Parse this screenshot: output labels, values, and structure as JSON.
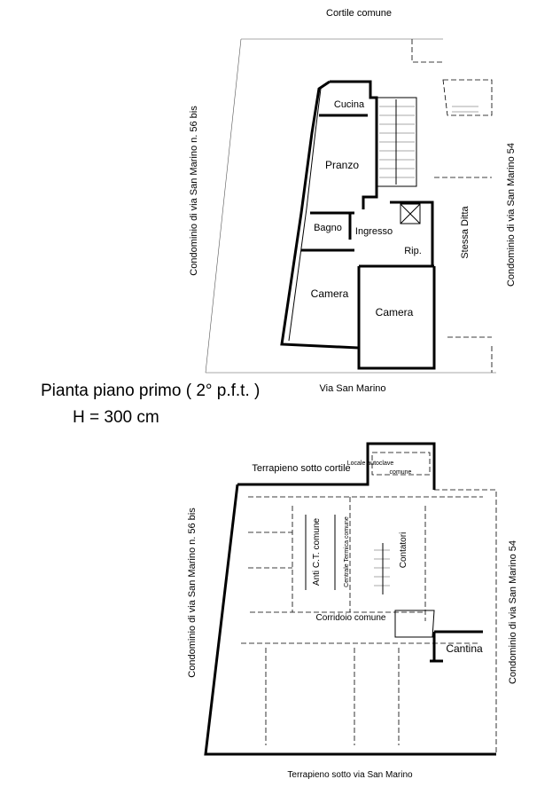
{
  "upper_plan": {
    "top_label": "Cortile comune",
    "left_label": "Condominio di via San Marino n. 56 bis",
    "right_label": "Condominio di via San Marino 54",
    "bottom_label": "Via San Marino",
    "rooms": {
      "kitchen": "Cucina",
      "dining": "Pranzo",
      "bathroom": "Bagno",
      "entrance": "Ingresso",
      "storage": "Rip.",
      "bedroom_left": "Camera",
      "bedroom_right": "Camera",
      "same_owner": "Stessa Ditta"
    }
  },
  "title": {
    "line1": "Pianta piano primo ( 2° p.f.t. )",
    "line2": "H = 300 cm"
  },
  "lower_plan": {
    "top_label": "Terrapieno sotto cortile",
    "left_label": "Condominio di via San Marino n. 56 bis",
    "right_label": "Condominio di via San Marino 54",
    "bottom_label": "Terrapieno sotto via San Marino",
    "rooms": {
      "autoclave_line1": "Locale autoclave",
      "autoclave_line2": "comune",
      "anti_ct": "Anti C.T. comune",
      "boiler_room": "Centrale Termica comune",
      "meters": "Contatori",
      "corridor": "Corridoio comune",
      "cellar": "Cantina"
    }
  }
}
